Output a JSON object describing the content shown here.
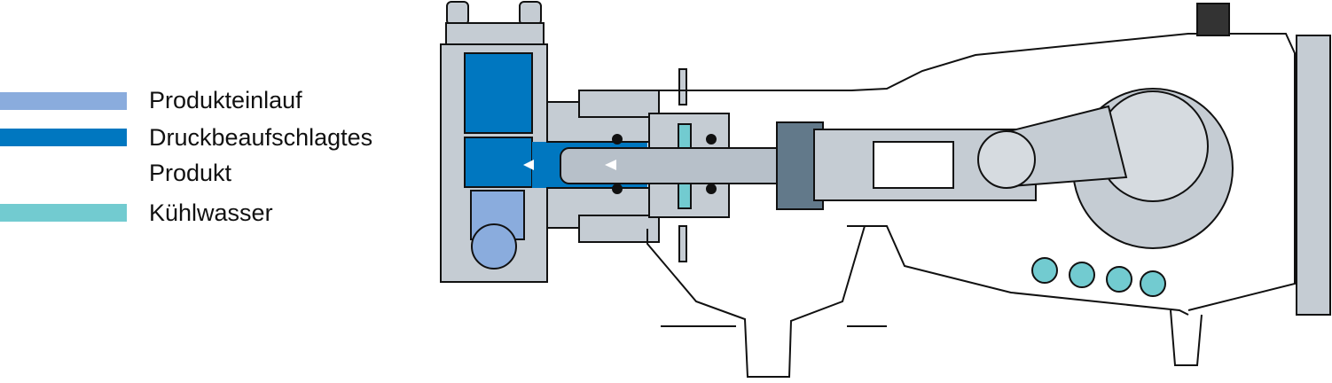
{
  "legend": {
    "items": [
      {
        "label": "Produkteinlauf",
        "color": "#8aacdd"
      },
      {
        "label": "Druckbeaufschlagtes",
        "label2": "Produkt",
        "color": "#0077c0"
      },
      {
        "label": "Kühlwasser",
        "color": "#72cbd0"
      }
    ]
  },
  "colors": {
    "metal": "#c5ccd3",
    "metal_dark": "#62798a",
    "outline": "#111111"
  }
}
